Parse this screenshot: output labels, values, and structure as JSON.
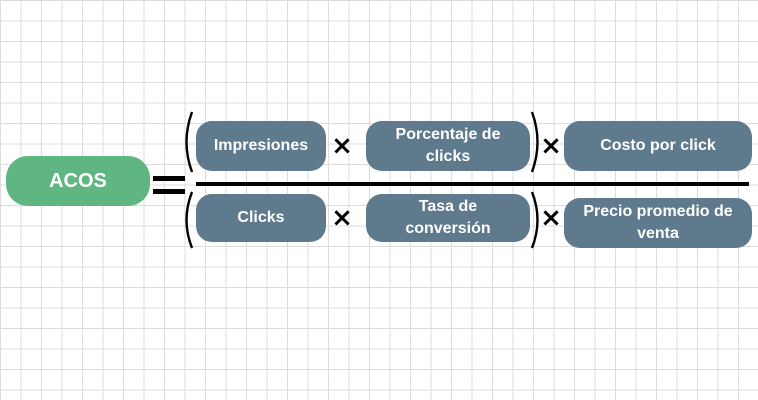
{
  "lhs": {
    "label": "ACOS"
  },
  "numerator": [
    {
      "label": "Impresiones"
    },
    {
      "label": "Porcentaje de clicks"
    },
    {
      "label": "Costo por click"
    }
  ],
  "denominator": [
    {
      "label": "Clicks"
    },
    {
      "label": "Tasa de conversión"
    },
    {
      "label": "Precio promedio de venta"
    }
  ],
  "operators": {
    "times": "×"
  },
  "colors": {
    "lhs_box": "#5fb681",
    "term_box": "#5e7a8c",
    "text": "#ffffff",
    "lines": "#000000"
  }
}
